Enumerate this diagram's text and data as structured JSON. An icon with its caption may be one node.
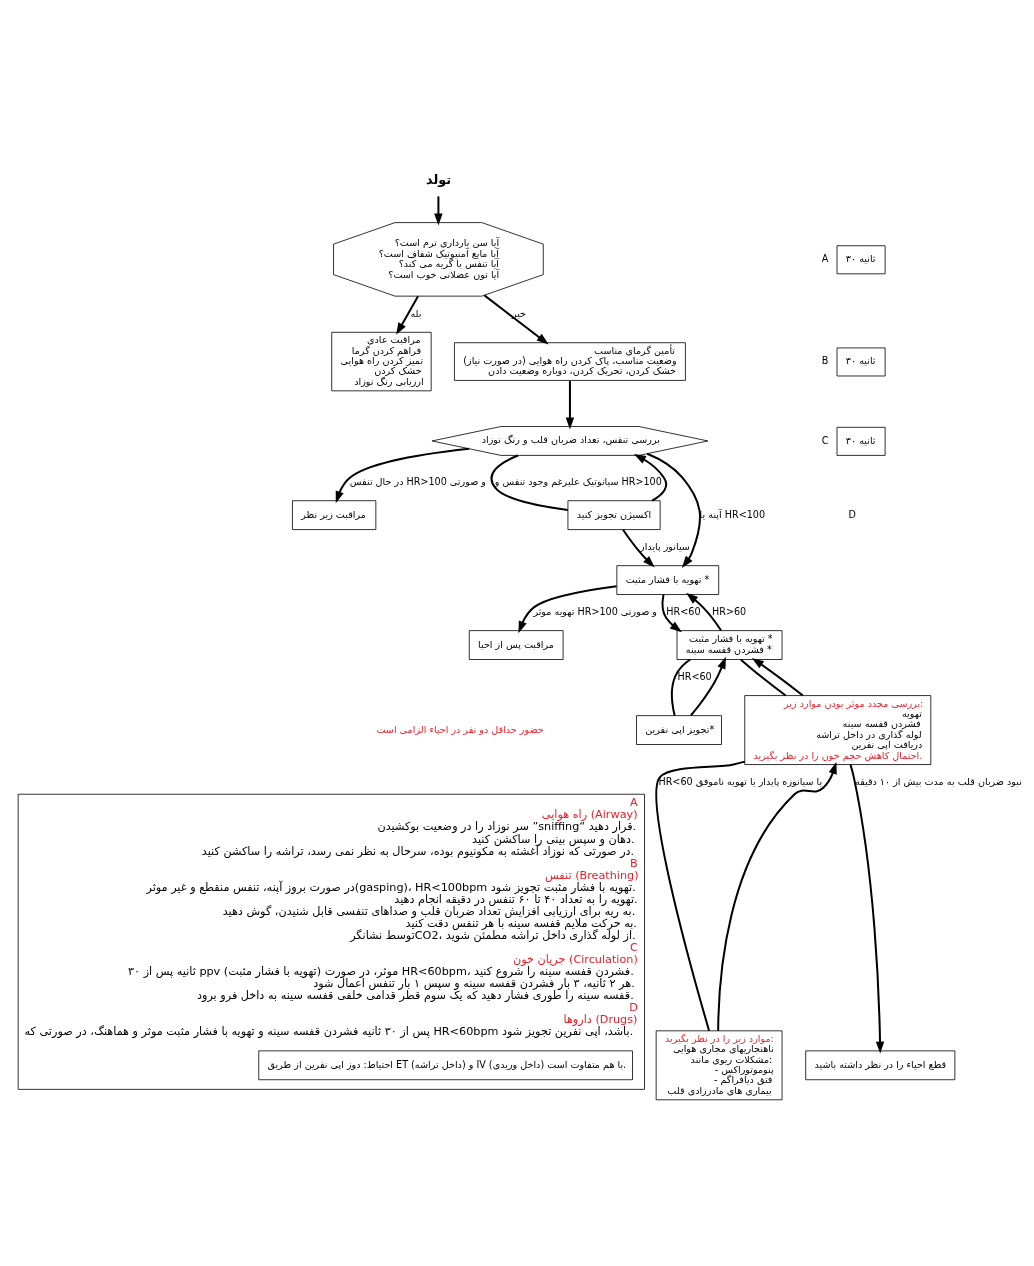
{
  "diagram": {
    "nodes": [
      {
        "text": [
          "تولد"
        ]
      },
      {
        "text": [
          "آیا سن بارداری ترم است؟",
          "آیا مایع آمنیوتیک شفاف است؟",
          "آیا تنفس یا گریه می کند؟",
          "آیا تون عضلانی خوب است؟"
        ]
      },
      {
        "text": [
          "مراقبت عادی",
          "فراهم کردن گرما",
          "تمیز کردن راه هوایی",
          "خشک کردن",
          "ارزیابی رنگ نوزاد"
        ]
      },
      {
        "text": [
          "تأمین گرمای مناسب",
          "وضعیت مناسب، پاک کردن راه هوایی (در صورت نیاز)",
          "خشک کردن، تحریک کردن، دوباره وضعیت دادن"
        ]
      },
      {
        "text": [
          "بررسی تنفس، تعداد ضربان قلب و رنگ نوزاد"
        ]
      },
      {
        "text": [
          "مراقبت زیر نظر"
        ]
      },
      {
        "text": [
          "اکسیژن تجویز کنید"
        ]
      },
      {
        "text": [
          "تهویه با فشار مثبت *"
        ]
      },
      {
        "text": [
          "مراقبت پس از احیا"
        ]
      },
      {
        "text": [
          "تهویه با فشار مثبت *",
          "فشردن قفسه سینه *"
        ]
      },
      {
        "text": [
          "تجویز اپی نفرین*"
        ]
      },
      {
        "text": [
          "بررسی مجدد موثر بودن موارد زیر:",
          "تهویه",
          "فشردن قفسه سینه",
          "لوله گذاری در داخل تراشه",
          "دریافت اپی نفرین",
          "احتمال کاهش حجم خون را در نظر بگیرید."
        ]
      },
      {
        "text": [
          "موارد زیر را در نظر بگیرید:",
          "ناهنجاریهای مجاری هوایی",
          "مشکلات ریوی مانند:",
          "- پنوموتوراکس",
          "- فتق دیافراگم",
          "بیماری های مادرزادی قلب"
        ]
      },
      {
        "text": [
          "قطع احیاء را در نظر داشته باشید"
        ]
      },
      {
        "text": [
          "۳۰ ثانیه"
        ],
        "beside": [
          "A"
        ]
      },
      {
        "text": [
          "۳۰ ثانیه"
        ],
        "beside": [
          "B"
        ]
      },
      {
        "text": [
          "۳۰ ثانیه"
        ],
        "beside": [
          "C"
        ]
      },
      {
        "text": [
          "A",
          "راه هوایی (Airway)",
          "سر نوزاد را در وضعیت بوکشیدن ”sniffing“ قرار دهید.",
          "دهان و سپس بینی را ساکشن کنید.",
          "در صورتی که نوزاد آغشته به مکونیوم بوده، سرحال به نظر نمی رسد، تراشه را ساکشن کنید.",
          "B",
          "تنفس (Breathing)",
          "در صورت بروز آپنه، تنفس منقطع و غیر موثر(gasping)، HR<100bpm تهویه با فشار مثبت تجویز شود.",
          "تهویه را به تعداد ۴۰ تا ۶۰ تنفس در دقیقه انجام دهید.",
          "به ریه برای ارزیابی افزایش تعداد ضربان قلب و صداهای تنفسی قابل شنیدن، گوش دهید.",
          "به حرکت ملایم قفسه سینه با هر تنفس دقت کنید.",
          "توسط نشانگرCO2، از لوله گذاری داخل تراشه مطمئن شوید.",
          "C",
          "جریان خون (Circulation)",
          "۳۰ ثانیه پس از ppv (تهویه با فشار مثبت) موثر، در صورت HR<60bpm، فشردن قفسه سینه را شروع کنید.",
          "هر ۲ ثانیه، ۳ بار فشردن قفسه سینه و سپس ۱ بار تنفس اعمال شود.",
          "قفسه سینه را طوری فشار دهید که یک سوم قطر قدامی خلفی قفسه سینه به داخل فرو برود.",
          "D",
          "داروها (Drugs)",
          "پس از ۳۰ ثانیه فشردن قفسه سینه و تهویه با فشار مثبت موثر و هماهنگ، در صورتی که HR<60bpm باشد، اپی نفرین تجویز شود."
        ]
      },
      {
        "text": [
          "احتیاط: دوز اپی نفرین از طریق ET (داخل تراشه) و IV (داخل وریدی) با هم متفاوت است."
        ],
        "in": 17
      }
    ],
    "edges": [
      {
        "from": 0,
        "to": 1,
        "arrow": "to"
      },
      {
        "from": 1,
        "to": 2,
        "arrow": "to",
        "label": "بله"
      },
      {
        "from": 1,
        "to": 3,
        "arrow": "to",
        "label": "خیر"
      },
      {
        "from": 3,
        "to": 4,
        "arrow": "to"
      },
      {
        "from": 4,
        "to": 5,
        "arrow": "to",
        "label": "در حال تنفس HR>100 و صورتی"
      },
      {
        "from": 4,
        "to": 6,
        "arrow": "none",
        "label": "سیانوتیک علیرغم وجود تنفس و HR>100"
      },
      {
        "from": 6,
        "to": 4,
        "arrow": "to"
      },
      {
        "from": 6,
        "to": 7,
        "arrow": "to",
        "label": "سیانوز پایدار"
      },
      {
        "from": 4,
        "to": 7,
        "arrow": "to",
        "label": "آپنه یا HR<100"
      },
      {
        "from": 7,
        "to": 8,
        "arrow": "to",
        "label": "تهویه موثر HR>100 و صورتی"
      },
      {
        "from": 7,
        "to": 9,
        "arrow": "to",
        "label": "HR<60"
      },
      {
        "from": 9,
        "to": 7,
        "arrow": "to",
        "label": "HR>60"
      },
      {
        "from": 9,
        "to": 10,
        "arrow": "none",
        "label": "HR<60"
      },
      {
        "from": 10,
        "to": 9,
        "arrow": "to"
      },
      {
        "from": 9,
        "to": 11,
        "arrow": "none"
      },
      {
        "from": 11,
        "to": 9,
        "arrow": "to"
      },
      {
        "from": 11,
        "to": 12,
        "arrow": "none",
        "label": "HR<60 یا سیانوزه پایدار یا تهویه ناموفق"
      },
      {
        "from": 12,
        "to": 11,
        "arrow": "to"
      },
      {
        "from": 11,
        "to": 13,
        "arrow": "to",
        "label": "نبود ضربان قلب به مدت بیش از ۱۰ دقیقه"
      }
    ],
    "labels": [
      "حضور حداقل دو نفر در احیاء الزامی است",
      "D"
    ]
  }
}
